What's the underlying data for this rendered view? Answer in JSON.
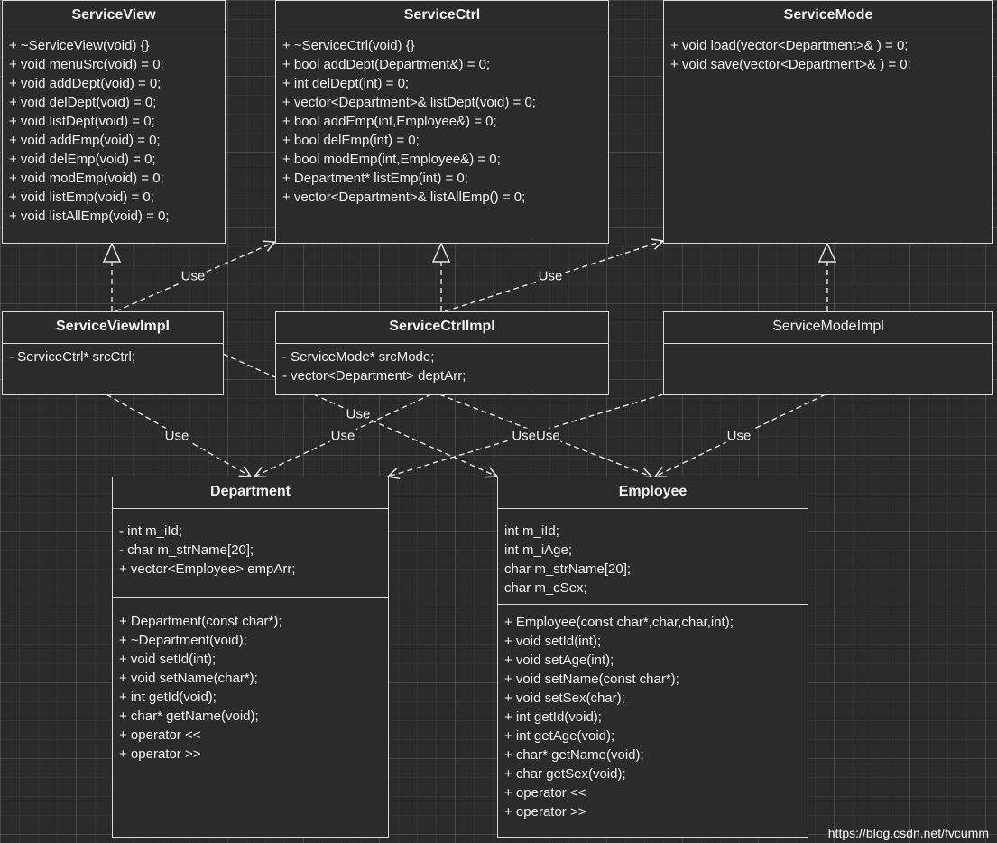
{
  "classes": {
    "service_view": {
      "name": "ServiceView",
      "operations": [
        "+ ~ServiceView(void) {}",
        "+ void menuSrc(void) = 0;",
        "+ void addDept(void) = 0;",
        "+ void delDept(void) = 0;",
        "+ void listDept(void) = 0;",
        "+ void addEmp(void) = 0;",
        "+ void delEmp(void) = 0;",
        "+ void modEmp(void) = 0;",
        "+ void listEmp(void) = 0;",
        "+ void listAllEmp(void) = 0;"
      ]
    },
    "service_ctrl": {
      "name": "ServiceCtrl",
      "operations": [
        "+ ~ServiceCtrl(void) {}",
        "+ bool addDept(Department&) = 0;",
        "+ int delDept(int) = 0;",
        "+ vector<Department>& listDept(void) = 0;",
        "+ bool addEmp(int,Employee&) = 0;",
        "+ bool delEmp(int) = 0;",
        "+ bool modEmp(int,Employee&) = 0;",
        "+ Department* listEmp(int) = 0;",
        "+ vector<Department>& listAllEmp() = 0;"
      ]
    },
    "service_mode": {
      "name": "ServiceMode",
      "operations": [
        "+ void load(vector<Department>& ) = 0;",
        "+ void save(vector<Department>& ) = 0;"
      ]
    },
    "service_view_impl": {
      "name": "ServiceViewImpl",
      "attributes": [
        "- ServiceCtrl* srcCtrl;"
      ]
    },
    "service_ctrl_impl": {
      "name": "ServiceCtrlImpl",
      "attributes": [
        "- ServiceMode* srcMode;",
        "- vector<Department> deptArr;"
      ]
    },
    "service_mode_impl": {
      "name": "ServiceModeImpl",
      "attributes": []
    },
    "department": {
      "name": "Department",
      "attributes": [
        "- int m_iId;",
        "- char m_strName[20];",
        "+ vector<Employee> empArr;"
      ],
      "operations": [
        "+ Department(const char*);",
        "+ ~Department(void);",
        "+ void setId(int);",
        "+ void setName(char*);",
        "+ int getId(void);",
        "+ char* getName(void);",
        "+ operator <<",
        "+ operator >>"
      ]
    },
    "employee": {
      "name": "Employee",
      "attributes": [
        "int m_iId;",
        "int m_iAge;",
        "char m_strName[20];",
        "char m_cSex;"
      ],
      "operations": [
        "+ Employee(const char*,char,char,int);",
        "+ void setId(int);",
        "+ void setAge(int);",
        "+ void setName(const char*);",
        "+ void setSex(char);",
        "+ int getId(void);",
        "+ int getAge(void);",
        "+ char* getName(void);",
        "+ char getSex(void);",
        "+ operator <<",
        "+ operator >>"
      ]
    }
  },
  "connector_labels": {
    "use": "Use",
    "use_use_merged": "UseUse"
  },
  "watermark": "https://blog.csdn.net/fvcumm"
}
